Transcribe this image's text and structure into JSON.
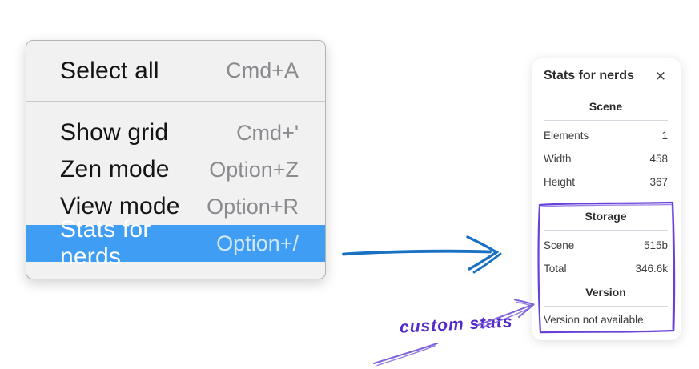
{
  "colors": {
    "menu_highlight": "#3f9df4",
    "flow_arrow_blue": "#1971c2",
    "annotation_purple": "#6741d9"
  },
  "context_menu": {
    "items": [
      {
        "label": "Select all",
        "shortcut": "Cmd+A"
      },
      {
        "label": "Show grid",
        "shortcut": "Cmd+'"
      },
      {
        "label": "Zen mode",
        "shortcut": "Option+Z"
      },
      {
        "label": "View mode",
        "shortcut": "Option+R"
      },
      {
        "label": "Stats for nerds",
        "shortcut": "Option+/"
      }
    ],
    "highlighted_item": "Stats for nerds"
  },
  "stats_panel": {
    "title": "Stats for nerds",
    "close_icon_glyph": "✕",
    "sections": [
      {
        "heading": "Scene",
        "rows": [
          {
            "label": "Elements",
            "value": "1"
          },
          {
            "label": "Width",
            "value": "458"
          },
          {
            "label": "Height",
            "value": "367"
          }
        ]
      },
      {
        "heading": "Storage",
        "rows": [
          {
            "label": "Scene",
            "value": "515b"
          },
          {
            "label": "Total",
            "value": "346.6k"
          }
        ]
      },
      {
        "heading": "Version",
        "note": "Version not available"
      }
    ]
  },
  "annotation": {
    "label": "custom stats"
  }
}
